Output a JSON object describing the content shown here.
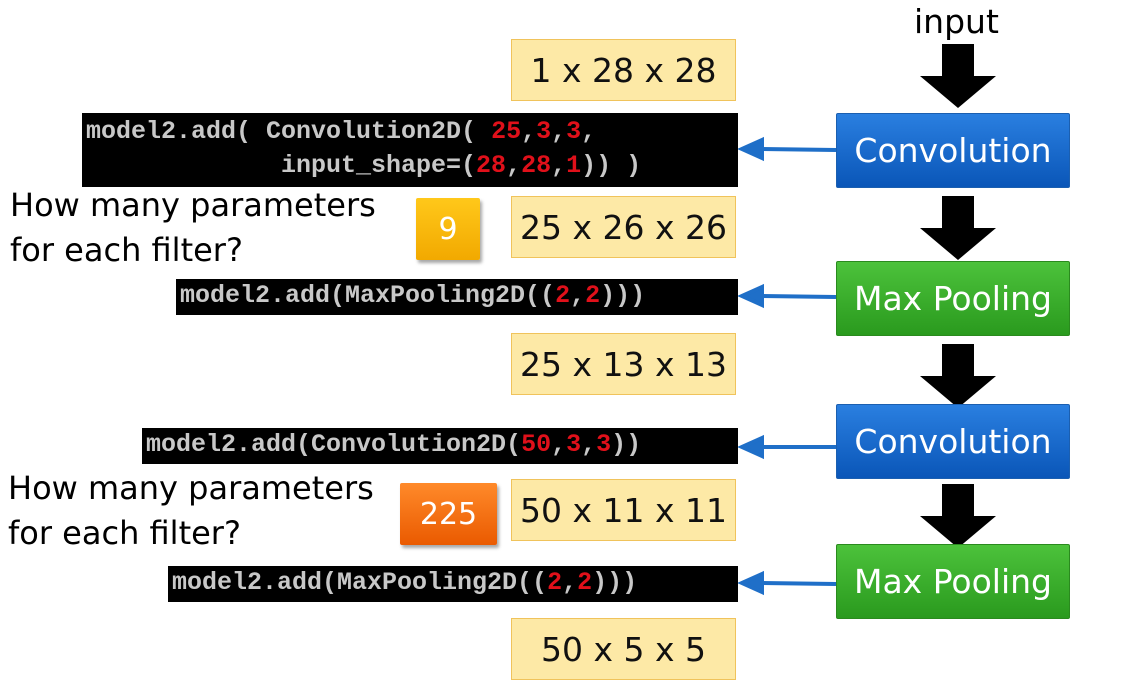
{
  "input_label": "input",
  "shapes": [
    "1 x 28 x 28",
    "25 x 26 x 26",
    "25 x 13 x 13",
    "50 x 11 x 11",
    "50 x 5 x 5"
  ],
  "layers": [
    "Convolution",
    "Max Pooling",
    "Convolution",
    "Max Pooling"
  ],
  "code": {
    "conv1_line1": {
      "pre": "model2.add( Convolution2D( ",
      "a": "25",
      "c1": ",",
      "b": "3",
      "c2": ",",
      "c": "3",
      "post": ","
    },
    "conv1_line2": {
      "pre": "input_shape=(",
      "a": "28",
      "c1": ",",
      "b": "28",
      "c2": ",",
      "c": "1",
      "post": ")) )"
    },
    "pool1": {
      "pre": "model2.add(MaxPooling2D((",
      "a": "2",
      "c1": ",",
      "b": "2",
      "post": ")))"
    },
    "conv2": {
      "pre": "model2.add(Convolution2D(",
      "a": "50",
      "c1": ",",
      "b": "3",
      "c2": ",",
      "c": "3",
      "post": "))"
    },
    "pool2": {
      "pre": "model2.add(MaxPooling2D((",
      "a": "2",
      "c1": ",",
      "b": "2",
      "post": ")))"
    }
  },
  "questions": [
    {
      "line1": "How many parameters",
      "line2": "for each filter?",
      "answer": "9",
      "color": "#f6b400"
    },
    {
      "line1": "How many parameters",
      "line2": "for each filter?",
      "answer": "225",
      "color": "#f06a10"
    }
  ],
  "colors": {
    "conv": "#1a6fd0",
    "pool": "#38ae2a",
    "shape_fill": "#fde9a6",
    "arrow_blue": "#1f6fc8"
  }
}
